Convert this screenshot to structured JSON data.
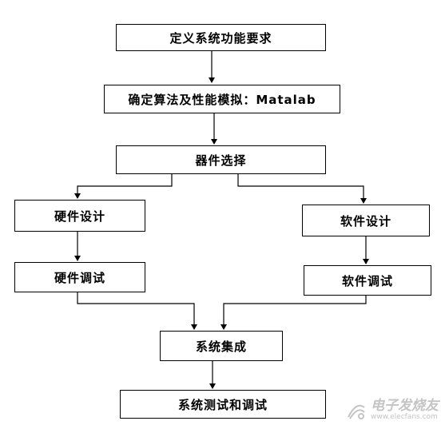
{
  "nodes": {
    "define_requirements": "定义系统功能要求",
    "algorithm_simulation": "确定算法及性能模拟：Matalab",
    "component_selection": "器件选择",
    "hardware_design": "硬件设计",
    "hardware_debug": "硬件调试",
    "software_design": "软件设计",
    "software_debug": "软件调试",
    "system_integration": "系统集成",
    "system_test": "系统测试和调试"
  },
  "watermark": {
    "title": "电子发烧友",
    "url": "www.elecfans.com"
  },
  "colors": {
    "line": "#000000",
    "box_border": "#000000",
    "watermark": "#c4c4c4"
  }
}
